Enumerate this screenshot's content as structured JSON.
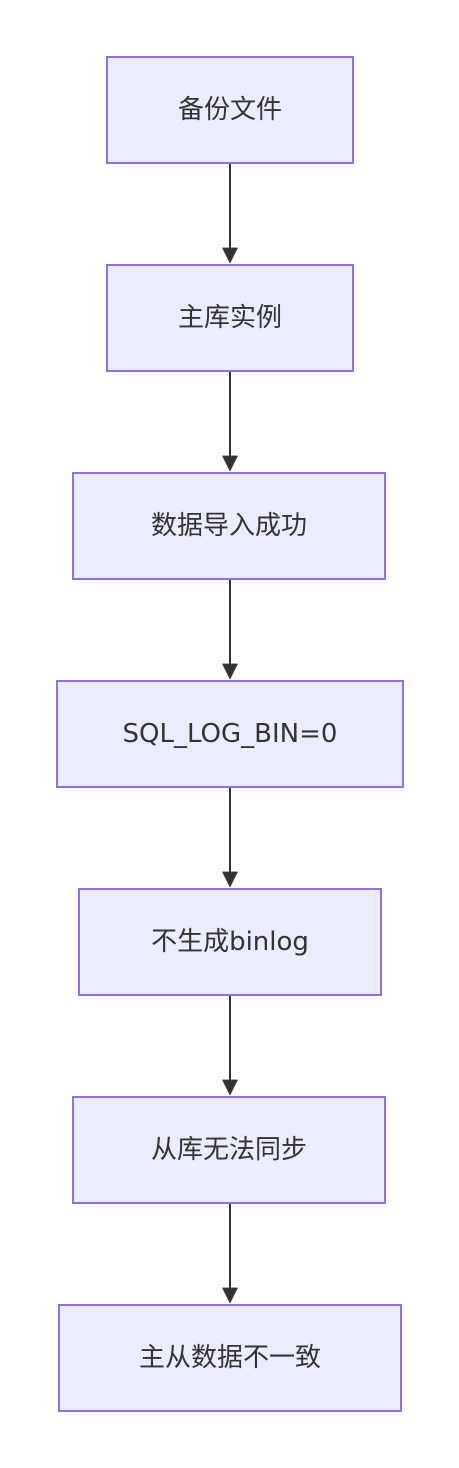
{
  "diagram": {
    "type": "flowchart",
    "direction": "top-to-bottom",
    "colors": {
      "node_fill": "#ececff",
      "node_border": "#9370db",
      "text": "#333333",
      "edge": "#333333"
    },
    "nodes": [
      {
        "id": "n1",
        "label": "备份文件"
      },
      {
        "id": "n2",
        "label": "主库实例"
      },
      {
        "id": "n3",
        "label": "数据导入成功"
      },
      {
        "id": "n4",
        "label": "SQL_LOG_BIN=0"
      },
      {
        "id": "n5",
        "label": "不生成binlog"
      },
      {
        "id": "n6",
        "label": "从库无法同步"
      },
      {
        "id": "n7",
        "label": "主从数据不一致"
      }
    ],
    "edges": [
      {
        "from": "n1",
        "to": "n2"
      },
      {
        "from": "n2",
        "to": "n3"
      },
      {
        "from": "n3",
        "to": "n4"
      },
      {
        "from": "n4",
        "to": "n5"
      },
      {
        "from": "n5",
        "to": "n6"
      },
      {
        "from": "n6",
        "to": "n7"
      }
    ]
  }
}
